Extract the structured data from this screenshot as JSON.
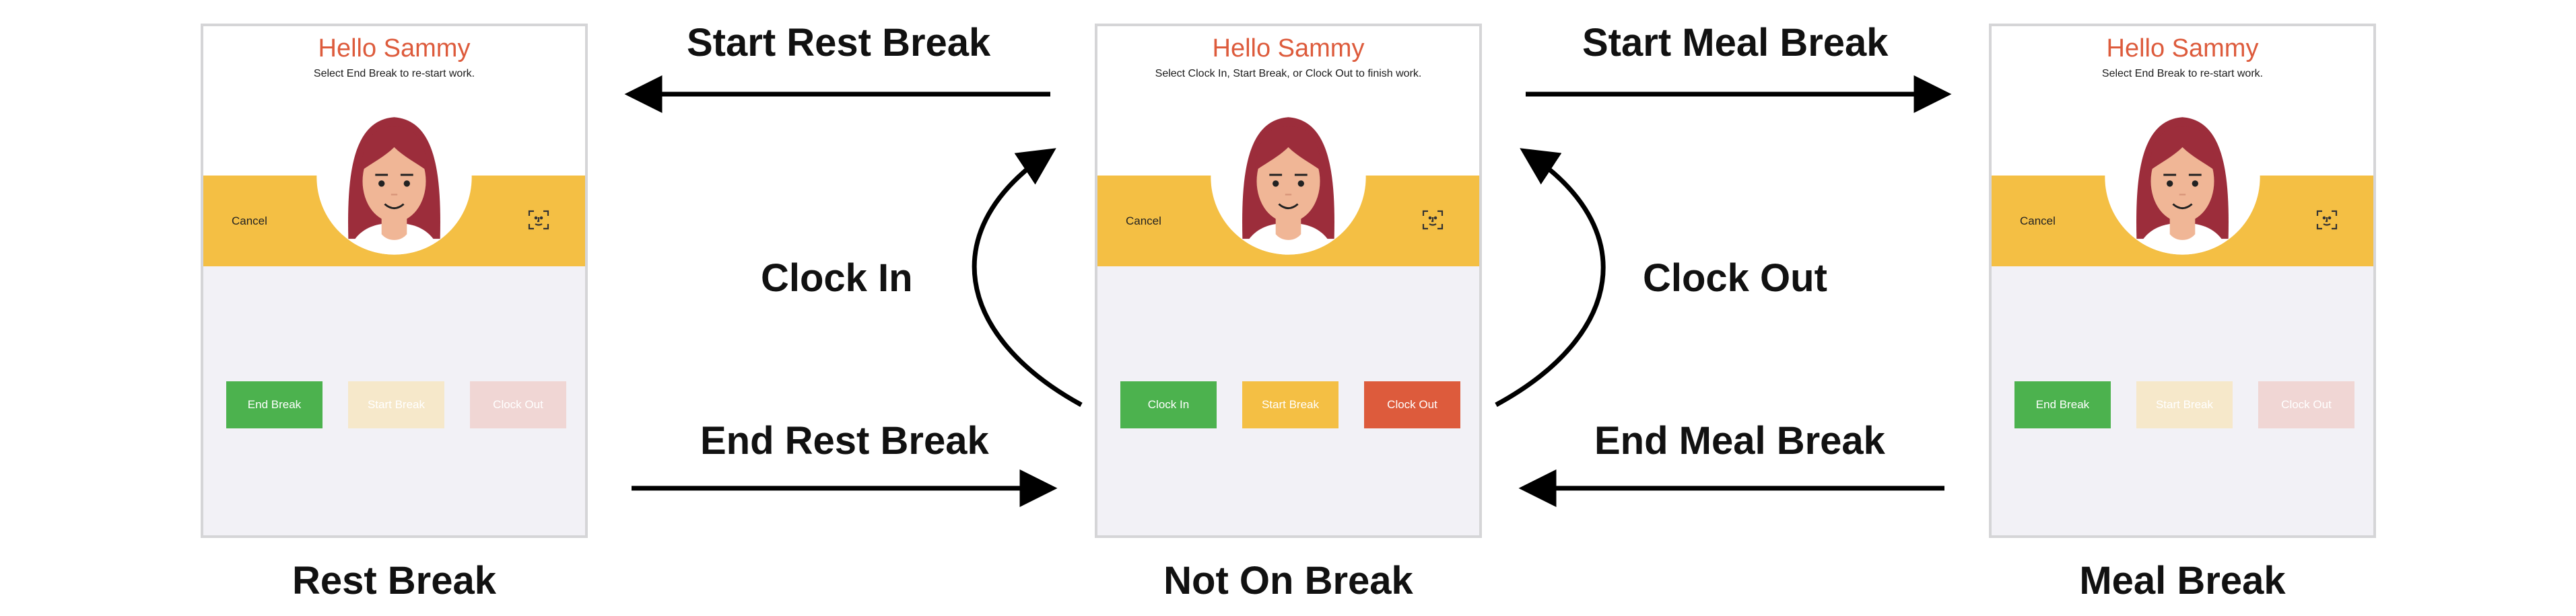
{
  "screens": [
    {
      "greeting": "Hello Sammy",
      "instruction": "Select End Break to re-start work.",
      "cancel_label": "Cancel",
      "buttons": [
        "End Break",
        "Start Break",
        "Clock Out"
      ],
      "state_label": "Rest Break"
    },
    {
      "greeting": "Hello Sammy",
      "instruction": "Select Clock In, Start Break, or Clock Out to finish work.",
      "cancel_label": "Cancel",
      "buttons": [
        "Clock In",
        "Start Break",
        "Clock Out"
      ],
      "state_label": "Not On Break"
    },
    {
      "greeting": "Hello Sammy",
      "instruction": "Select End Break to re-start work.",
      "cancel_label": "Cancel",
      "buttons": [
        "End Break",
        "Start Break",
        "Clock Out"
      ],
      "state_label": "Meal Break"
    }
  ],
  "transitions": {
    "start_rest_break": "Start Rest Break",
    "end_rest_break": "End Rest Break",
    "start_meal_break": "Start Meal Break",
    "end_meal_break": "End Meal Break",
    "clock_in": "Clock In",
    "clock_out": "Clock Out"
  },
  "colors": {
    "greeting": "#dd5b3c",
    "band": "#f4bf44",
    "green": "#4cb24e",
    "yellow": "#f4bf44",
    "red": "#dd5b3c",
    "hair": "#9c2d3b",
    "skin": "#f0b696"
  },
  "icons": [
    "face-scan-icon",
    "avatar-icon"
  ]
}
